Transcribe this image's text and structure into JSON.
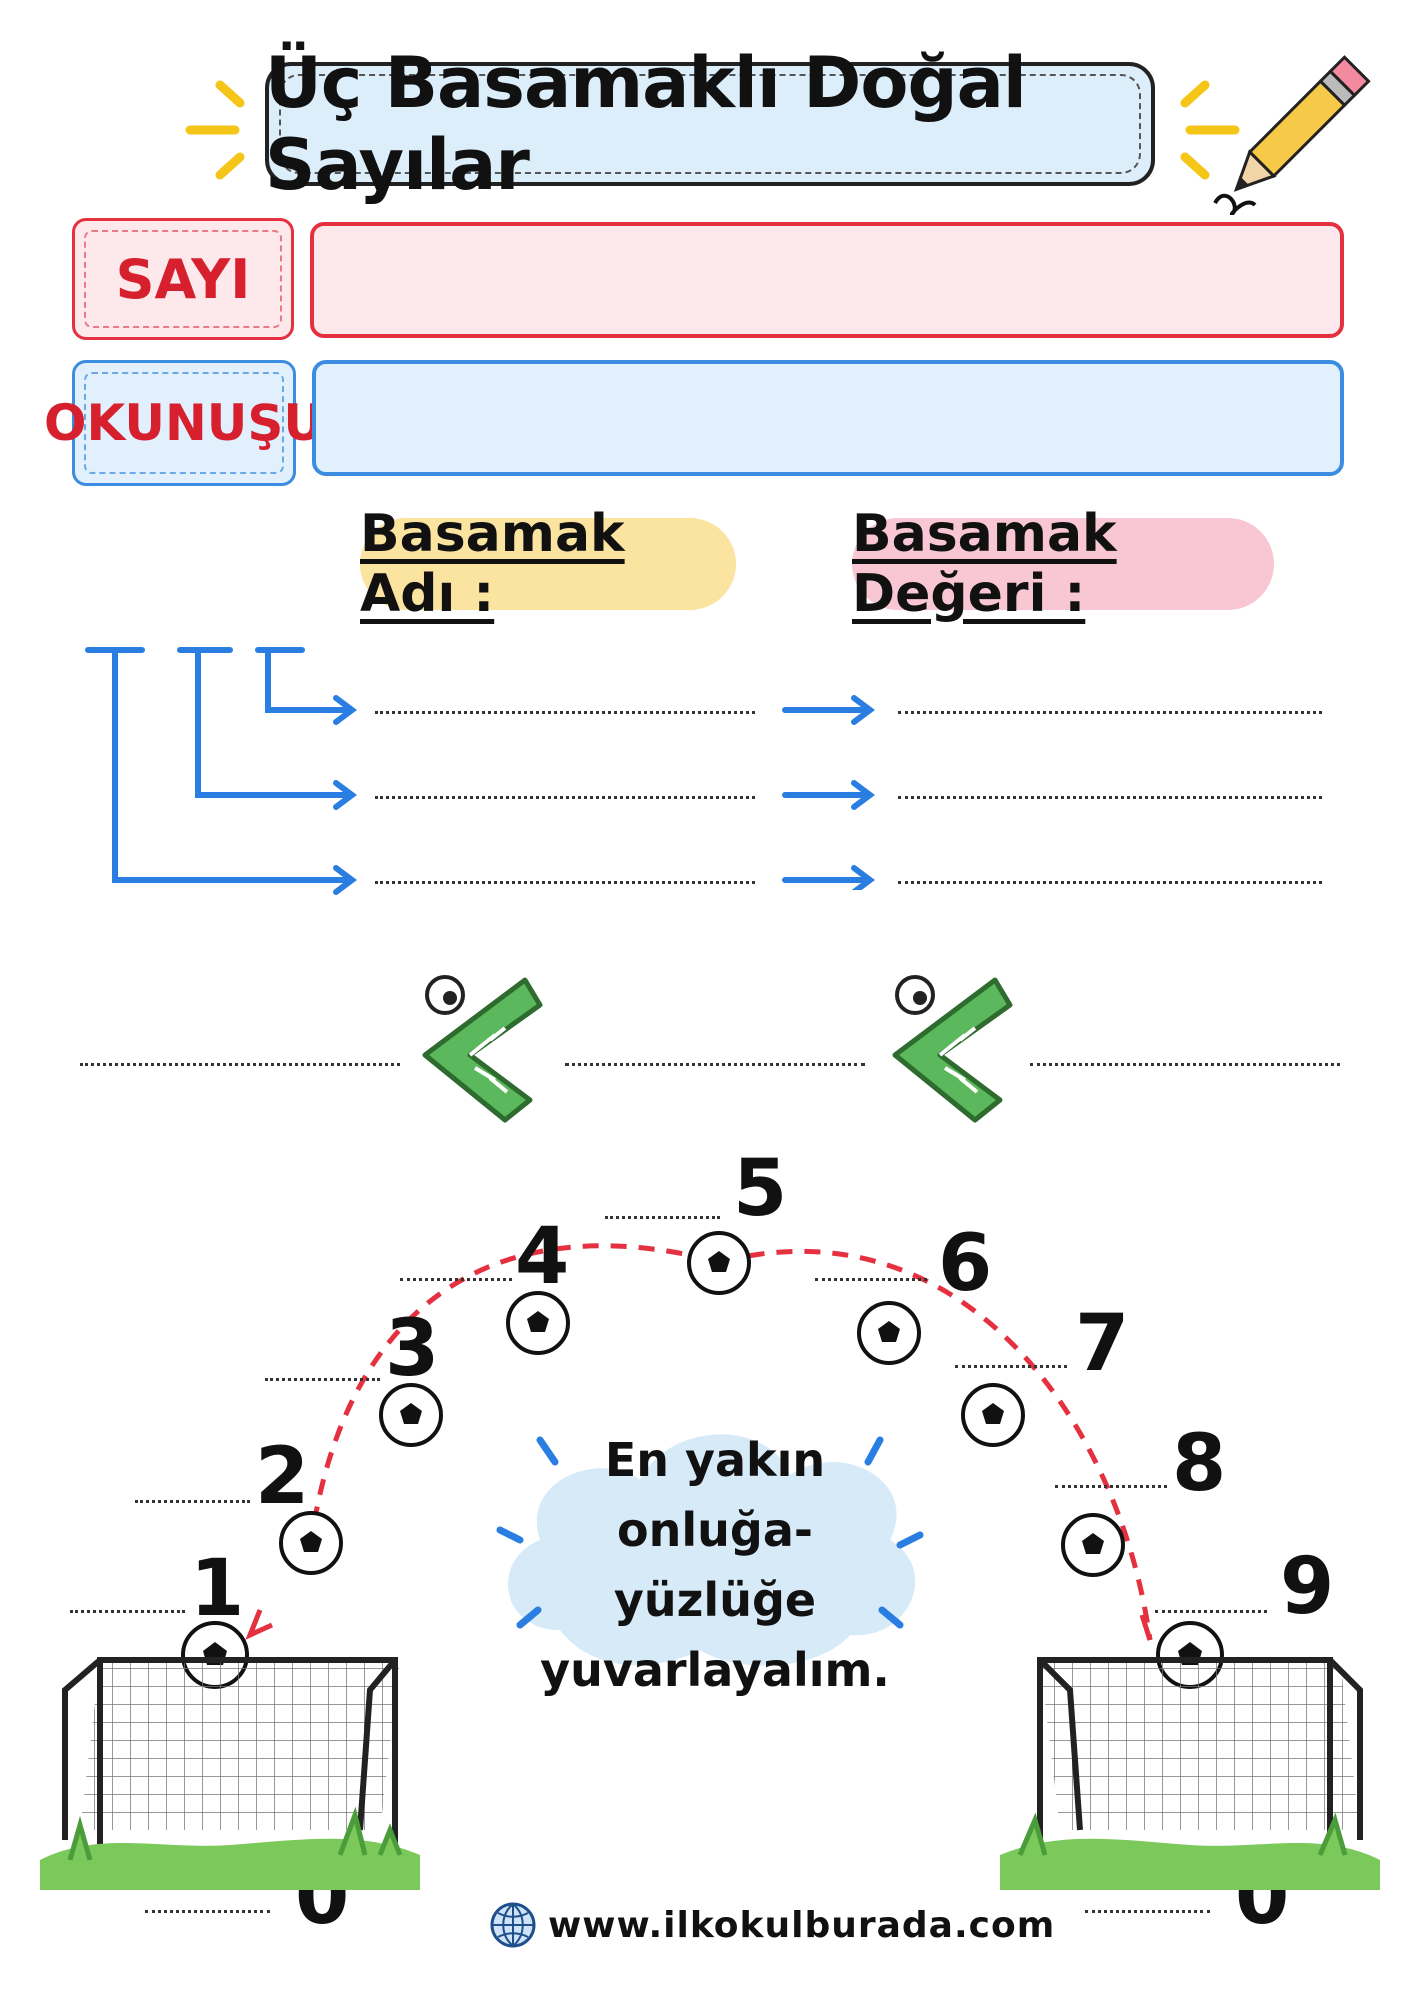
{
  "header": {
    "title": "Üç Basamaklı Doğal Sayılar"
  },
  "fields": {
    "sayi_label": "SAYI",
    "okunus_label": "OKUNUŞU"
  },
  "columns": {
    "basamak_adi": "Basamak Adı :",
    "basamak_degeri": "Basamak Değeri :"
  },
  "rounding": {
    "labels": [
      "0",
      "1",
      "2",
      "3",
      "4",
      "5",
      "6",
      "7",
      "8",
      "9",
      "0"
    ],
    "instruction": [
      "En yakın",
      "onluğa-yüzlüğe",
      "yuvarlayalım."
    ]
  },
  "footer": {
    "website": "www.ilkokulburada.com"
  },
  "colors": {
    "red": "#e53040",
    "blue": "#3a8de0",
    "yellow": "#fbe3a0",
    "pink": "#f8c7d3",
    "cloud": "#d6eaf8",
    "green": "#5cb85c"
  }
}
